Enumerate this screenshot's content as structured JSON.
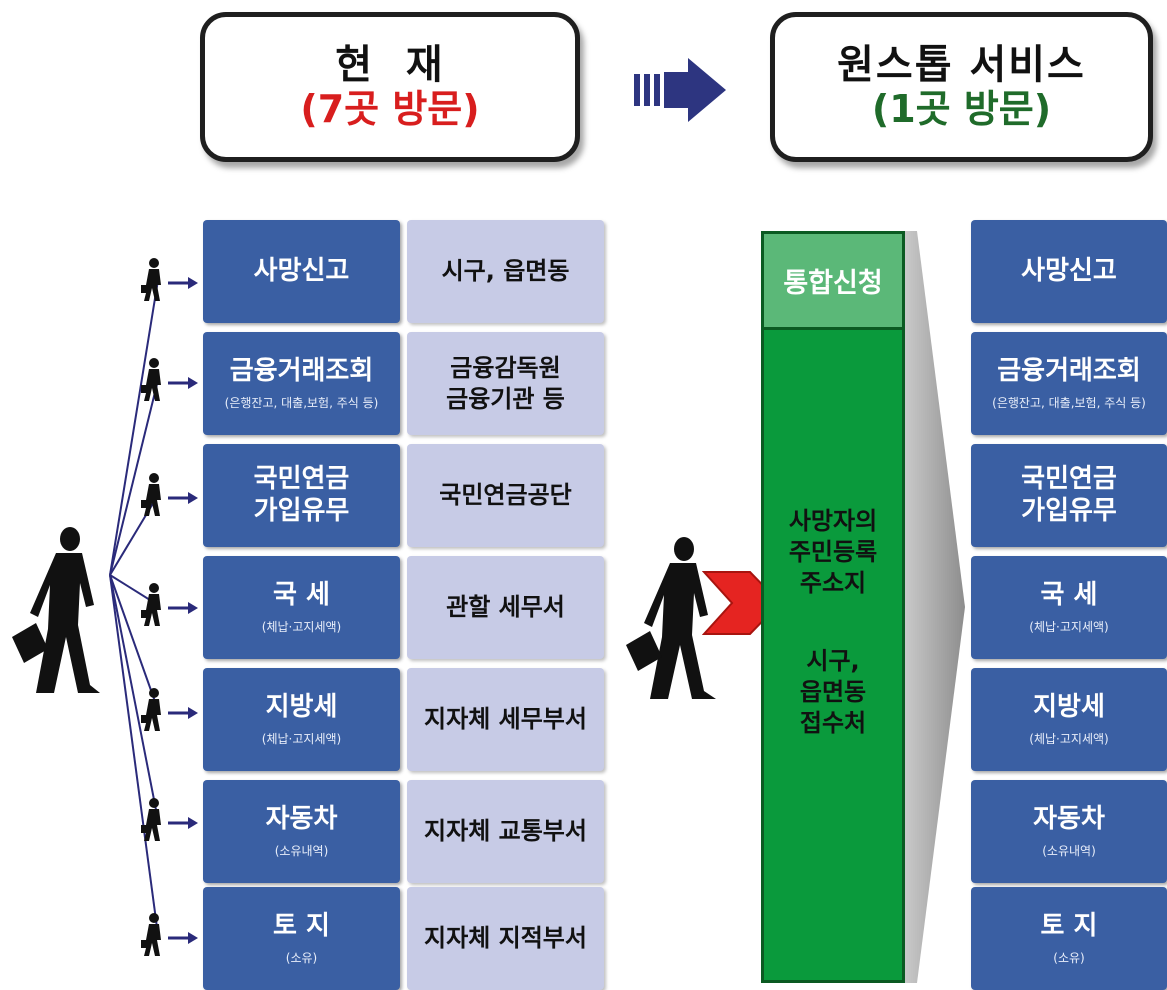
{
  "current": {
    "title": "현  재",
    "subtitle": "(7곳 방문)",
    "subtitle_color": "#d81e1e"
  },
  "onestop": {
    "title": "원스톱 서비스",
    "subtitle": "(1곳 방문)",
    "subtitle_color": "#1f6b2a"
  },
  "colors": {
    "blue_box": "#3a5fa3",
    "lavender_box": "#c7cbe6",
    "green_column": "#0a9a3c",
    "green_header": "#5bb878",
    "header_arrow": "#2d3580",
    "red_arrow": "#e52421"
  },
  "rows": [
    {
      "service": "사망신고",
      "sub": "",
      "agency": "시구, 읍면동"
    },
    {
      "service": "금융거래조회",
      "sub": "(은행잔고, 대출,보험, 주식 등)",
      "agency": "금융감독원\n금융기관 등"
    },
    {
      "service": "국민연금\n가입유무",
      "sub": "",
      "agency": "국민연금공단"
    },
    {
      "service": "국 세",
      "sub": "(체납·고지세액)",
      "agency": "관할 세무서"
    },
    {
      "service": "지방세",
      "sub": "(체납·고지세액)",
      "agency": "지자체 세무부서"
    },
    {
      "service": "자동차",
      "sub": "(소유내역)",
      "agency": "지자체 교통부서"
    },
    {
      "service": "토 지",
      "sub": "(소유)",
      "agency": "지자체 지적부서"
    }
  ],
  "integrated": {
    "header": "통합신청",
    "desc1": "사망자의\n주민등록\n주소지",
    "desc2": "시구,\n읍면동\n접수처"
  },
  "icons": {
    "person_large": "businessman-walking-icon",
    "person_small": "small-walker-icon",
    "header_arrow": "striped-arrow-icon",
    "red_chevron": "red-chevron-arrow-icon"
  }
}
